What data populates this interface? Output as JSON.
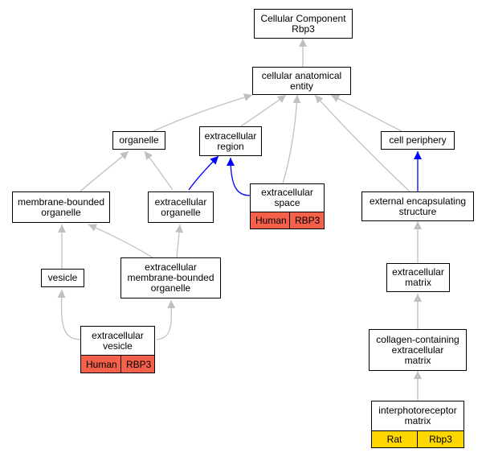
{
  "colors": {
    "edge_gray": "#c0c0c0",
    "edge_blue": "#0000ff",
    "human_tag": "#f4604a",
    "rat_tag": "#ffd700"
  },
  "nodes": {
    "cc_root": "Cellular Component\nRbp3",
    "cell_anat": "cellular anatomical\nentity",
    "organelle": "organelle",
    "extracell_region": "extracellular\nregion",
    "cell_periphery": "cell periphery",
    "membrane_bounded": "membrane-bounded\norganelle",
    "extracell_organelle": "extracellular\norganelle",
    "extracell_space": "extracellular\nspace",
    "ext_encaps": "external encapsulating\nstructure",
    "vesicle": "vesicle",
    "extracell_mbo": "extracellular\nmembrane-bounded\norganelle",
    "extracell_matrix": "extracellular\nmatrix",
    "extracell_vesicle": "extracellular\nvesicle",
    "collagen_matrix": "collagen-containing\nextracellular\nmatrix",
    "interphoto_matrix": "interphotoreceptor\nmatrix"
  },
  "annotations": {
    "extracell_space": {
      "species": "Human",
      "gene": "RBP3"
    },
    "extracell_vesicle": {
      "species": "Human",
      "gene": "RBP3"
    },
    "interphoto_matrix": {
      "species": "Rat",
      "gene": "Rbp3"
    }
  }
}
